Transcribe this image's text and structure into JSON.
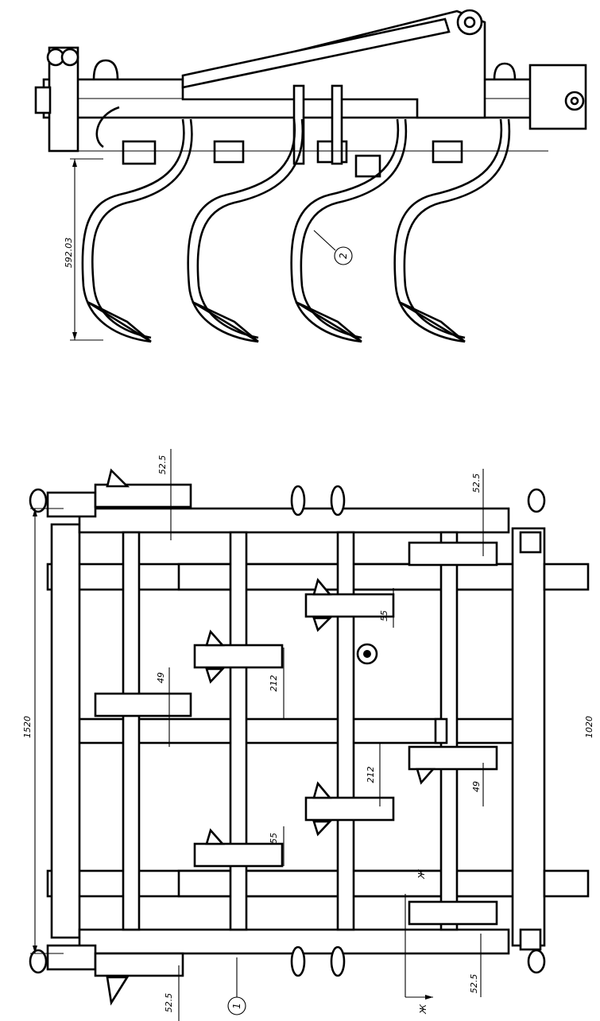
{
  "side_view": {
    "height_dim": "592.03",
    "part_callout": "2"
  },
  "top_view": {
    "overall_width": "1520",
    "wheel_track": "1020",
    "edge_offsets": [
      "52.5",
      "52.5",
      "52.5",
      "52.5"
    ],
    "spacing_a": [
      "49",
      "49"
    ],
    "spacing_b": [
      "55",
      "55"
    ],
    "spacing_c": [
      "212",
      "212"
    ],
    "section_marker": "Ж",
    "part_callout": "1"
  }
}
